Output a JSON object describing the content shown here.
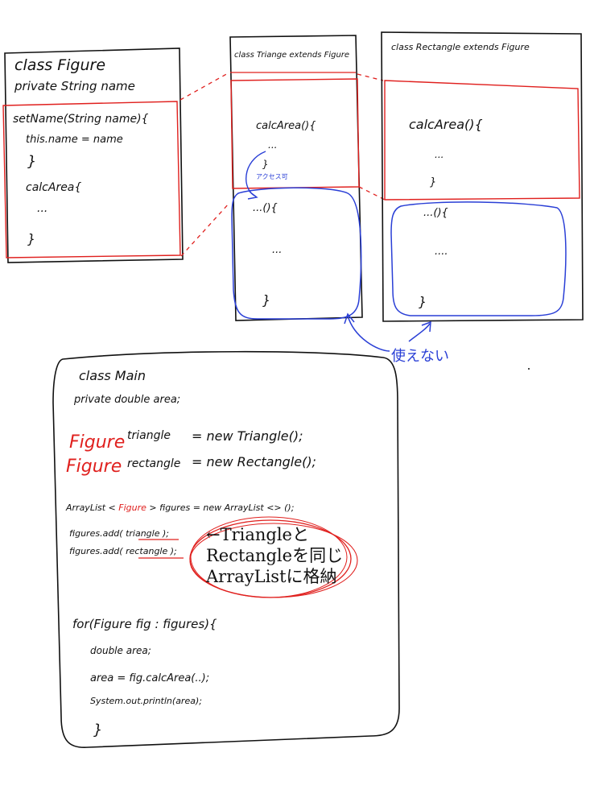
{
  "figure_box": {
    "class_line": "class Figure",
    "field_line": "private String name",
    "setname_line": "setName(String name){",
    "assign_line": "this.name = name",
    "close1": "}",
    "calc_line": "calcArea{",
    "dots": "...",
    "close2": "}"
  },
  "triangle_box": {
    "header": "class Triange extends Figure",
    "method": "calcArea(){",
    "dots": "...",
    "close": "}",
    "access_note": "アクセス可",
    "other_method": "...(){",
    "other_dots": "...",
    "other_close": "}"
  },
  "rectangle_box": {
    "header": "class Rectangle extends Figure",
    "method": "calcArea(){",
    "dots": "...",
    "close": "}",
    "other_method": "...(){",
    "other_dots": "....",
    "other_close": "}"
  },
  "unusable_note": "使えない",
  "main_box": {
    "class_line": "class Main",
    "field_line": "private double area;",
    "tri_type": "Figure",
    "tri_rest": "triangle",
    "tri_new": "= new Triangle();",
    "rect_type": "Figure",
    "rect_rest": "rectangle",
    "rect_new": "= new Rectangle();",
    "list_prefix": "ArrayList <",
    "list_type": "Figure",
    "list_suffix": "> figures = new ArrayList <> ();",
    "add1_prefix": "figures.add(",
    "add1_arg": "triangle",
    "add1_suffix": ");",
    "add2_prefix": "figures.add(",
    "add2_arg": "rectangle",
    "add2_suffix": ");",
    "note_line1": "←Triangleと",
    "note_line2": "Rectangleを同じ",
    "note_line3": "ArrayListに格納",
    "for_line": "for(Figure fig : figures){",
    "double_line": "double area;",
    "area_line": "area = fig.calcArea(..);",
    "print_line": "System.out.println(area);",
    "close": "}"
  },
  "colors": {
    "ink": "#111111",
    "red": "#e0201e",
    "blue": "#2a3fd6"
  }
}
